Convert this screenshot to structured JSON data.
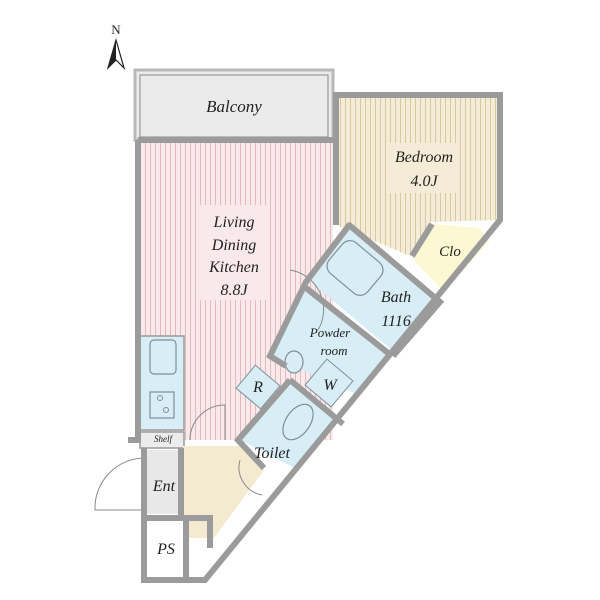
{
  "compass": {
    "label": "N"
  },
  "rooms": {
    "balcony": {
      "name": "Balcony"
    },
    "bedroom": {
      "name": "Bedroom",
      "size": "4.0J"
    },
    "ldk": {
      "line1": "Living",
      "line2": "Dining",
      "line3": "Kitchen",
      "size": "8.8J"
    },
    "closet": {
      "name": "Clo"
    },
    "bath": {
      "name": "Bath",
      "size": "1116"
    },
    "powder": {
      "line1": "Powder",
      "line2": "room"
    },
    "fridge": {
      "name": "R"
    },
    "washer": {
      "name": "W"
    },
    "shelf": {
      "name": "Shelf"
    },
    "toilet": {
      "name": "Toilet"
    },
    "entrance": {
      "name": "Ent"
    },
    "pipe_space": {
      "name": "PS"
    }
  },
  "colors": {
    "wall": "#9b9b9b",
    "balcony": "#ebebeb",
    "ldk": "#f7e3e5",
    "bedroom": "#f1e8cf",
    "wet": "#d7eef6",
    "closet": "#fbf8d2",
    "entrance": "#e8e8e8",
    "hall": "#f3ead0"
  }
}
